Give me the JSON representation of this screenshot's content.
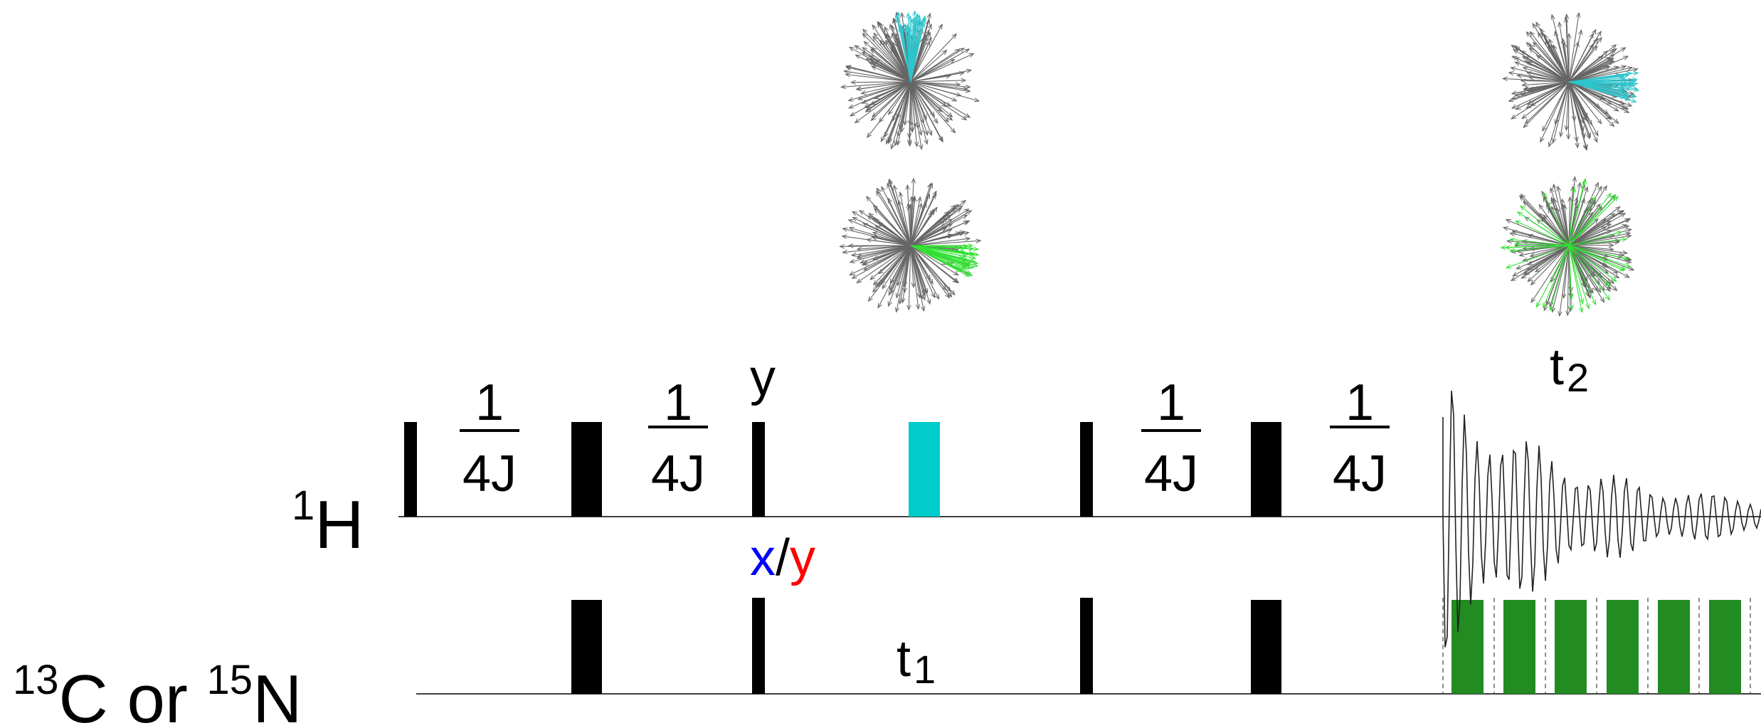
{
  "channels": {
    "h": {
      "label_sup": "1",
      "label": "H"
    },
    "x": {
      "label_sup_c": "13",
      "label_c": "C",
      "label_or": " or ",
      "label_sup_n": "15",
      "label_n": "N"
    }
  },
  "delays": {
    "numerator": "1",
    "denominator": "4J"
  },
  "phases": {
    "y": "y",
    "x_part": "x",
    "slash": "/",
    "y_part": "y"
  },
  "times": {
    "t1_base": "t",
    "t1_sub": "1",
    "t2_base": "t",
    "t2_sub": "2"
  },
  "colors": {
    "pulse": "#000000",
    "cyan_pulse": "#00cccc",
    "decoupling": "#228b22",
    "vector_gray": "#666666",
    "vector_cyan": "#2fc4cc",
    "vector_green": "#33e033",
    "phase_x": "#0000ff",
    "phase_y": "#ff0000"
  }
}
